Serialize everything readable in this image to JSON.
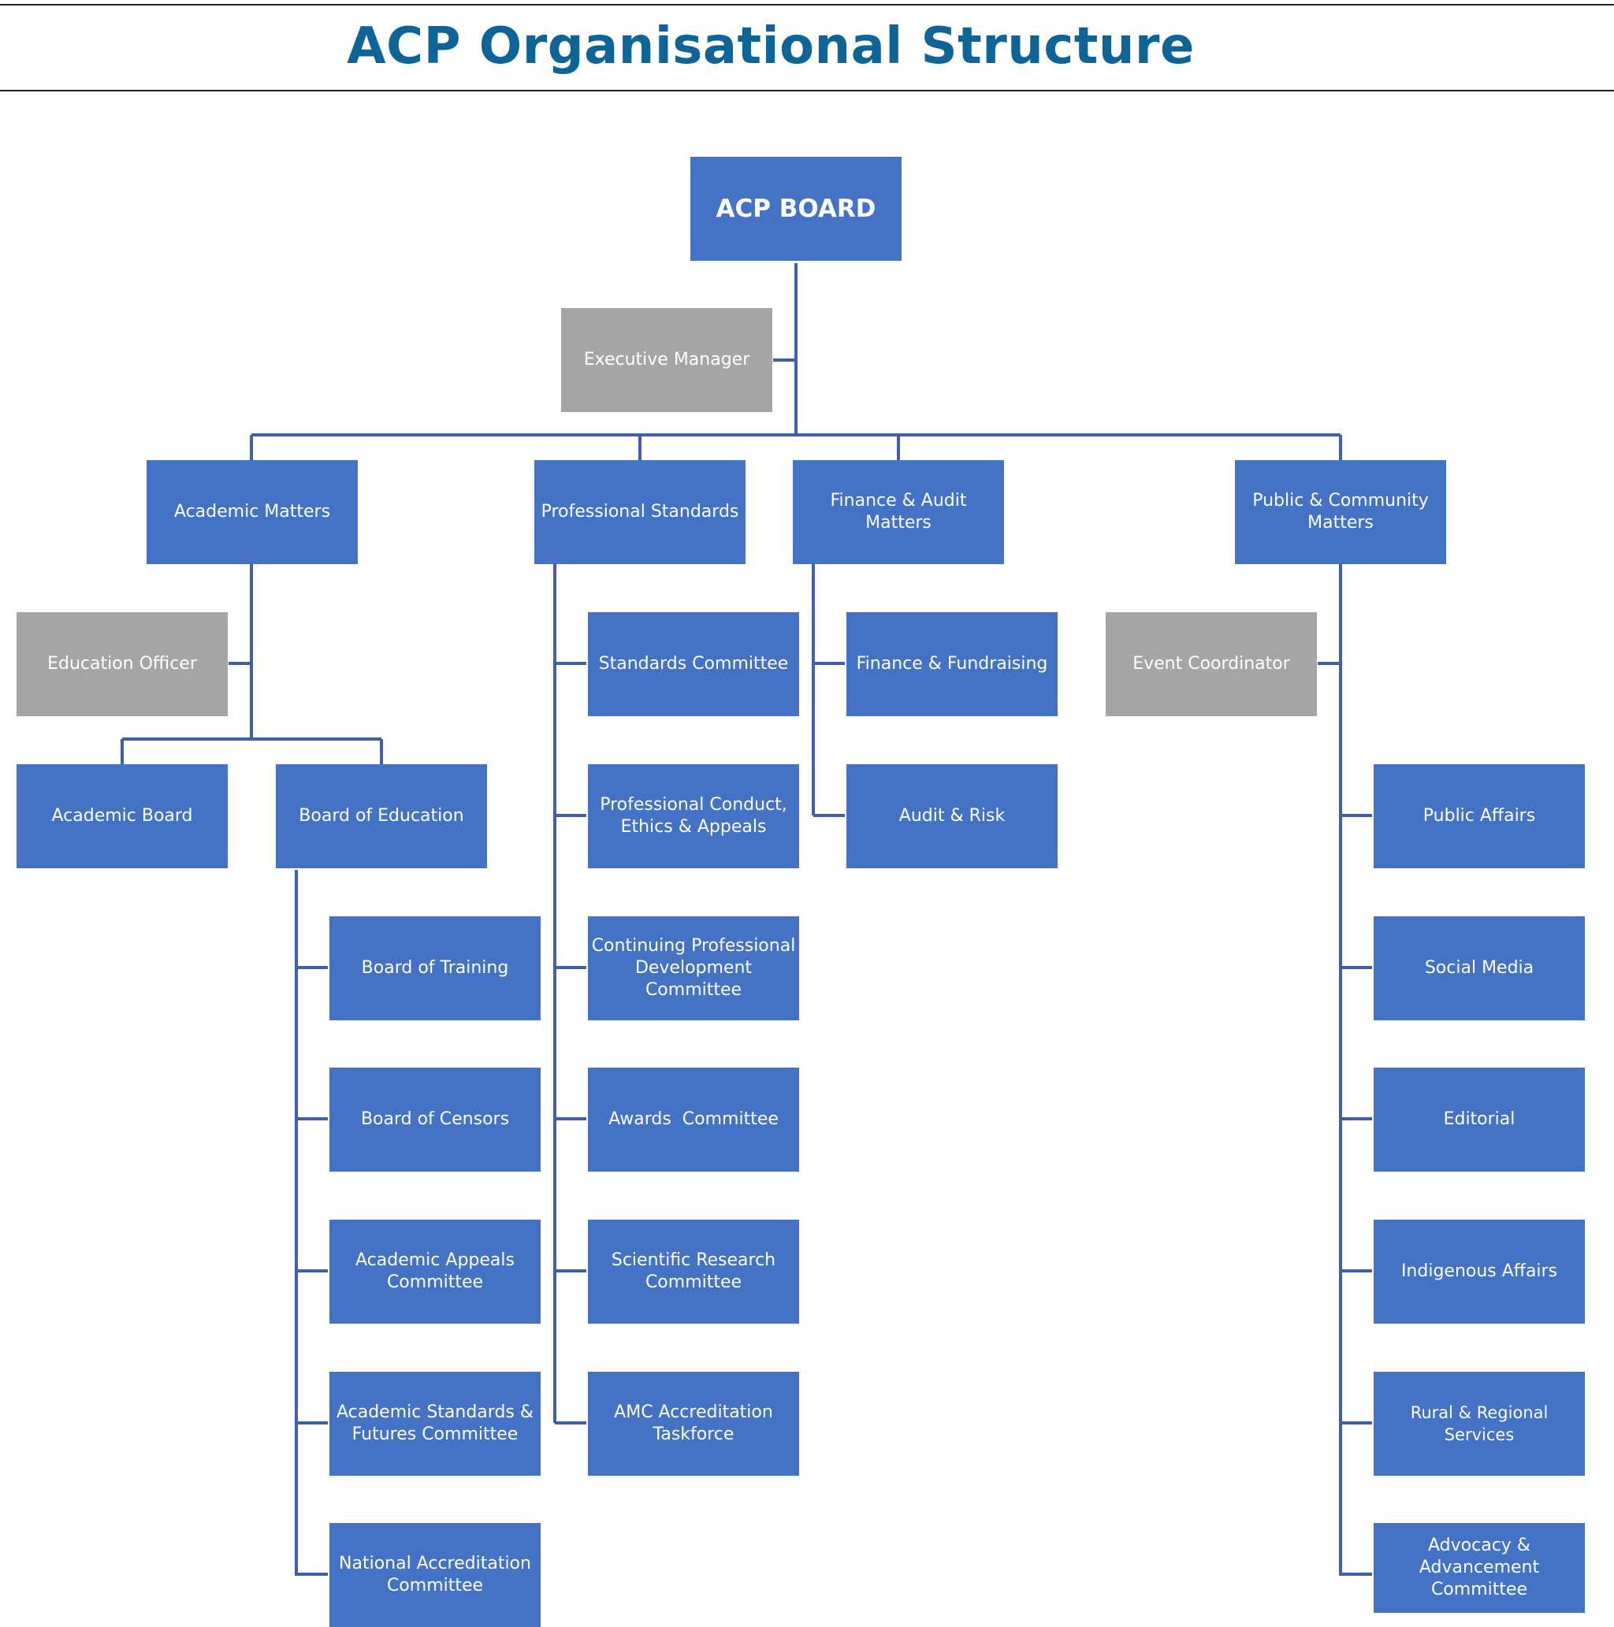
{
  "title": "ACP Organisational Structure",
  "colors": {
    "title": "#0d6496",
    "node_blue": "#4472c4",
    "node_grey": "#a5a5a5",
    "connector": "#3f5fa8"
  },
  "nodes": {
    "acp_board": "ACP BOARD",
    "executive_manager": "Executive Manager",
    "academic_matters": "Academic Matters",
    "professional_standards": "Professional Standards",
    "finance_audit_matters": "Finance & Audit Matters",
    "public_community_matters": "Public & Community Matters",
    "education_officer": "Education Officer",
    "academic_board": "Academic Board",
    "board_of_education": "Board of Education",
    "board_of_training": "Board of Training",
    "board_of_censors": "Board of Censors",
    "academic_appeals_committee": "Academic Appeals Committee",
    "academic_standards_futures_committee": "Academic Standards & Futures Committee",
    "national_accreditation_committee": "National Accreditation Committee",
    "standards_committee": "Standards Committee",
    "professional_conduct": "Professional Conduct, Ethics & Appeals",
    "cpd_committee": "Continuing Professional Development Committee",
    "awards_committee": "Awards  Committee",
    "scientific_research_committee": "Scientific Research Committee",
    "amc_accreditation_taskforce": "AMC Accreditation Taskforce",
    "finance_fundraising": "Finance & Fundraising",
    "audit_risk": "Audit & Risk",
    "event_coordinator": "Event Coordinator",
    "public_affairs": "Public Affairs",
    "social_media": "Social Media",
    "editorial": "Editorial",
    "indigenous_affairs": "Indigenous Affairs",
    "rural_regional_services": "Rural & Regional Services",
    "advocacy_advancement_committee": "Advocacy & Advancement Committee"
  }
}
